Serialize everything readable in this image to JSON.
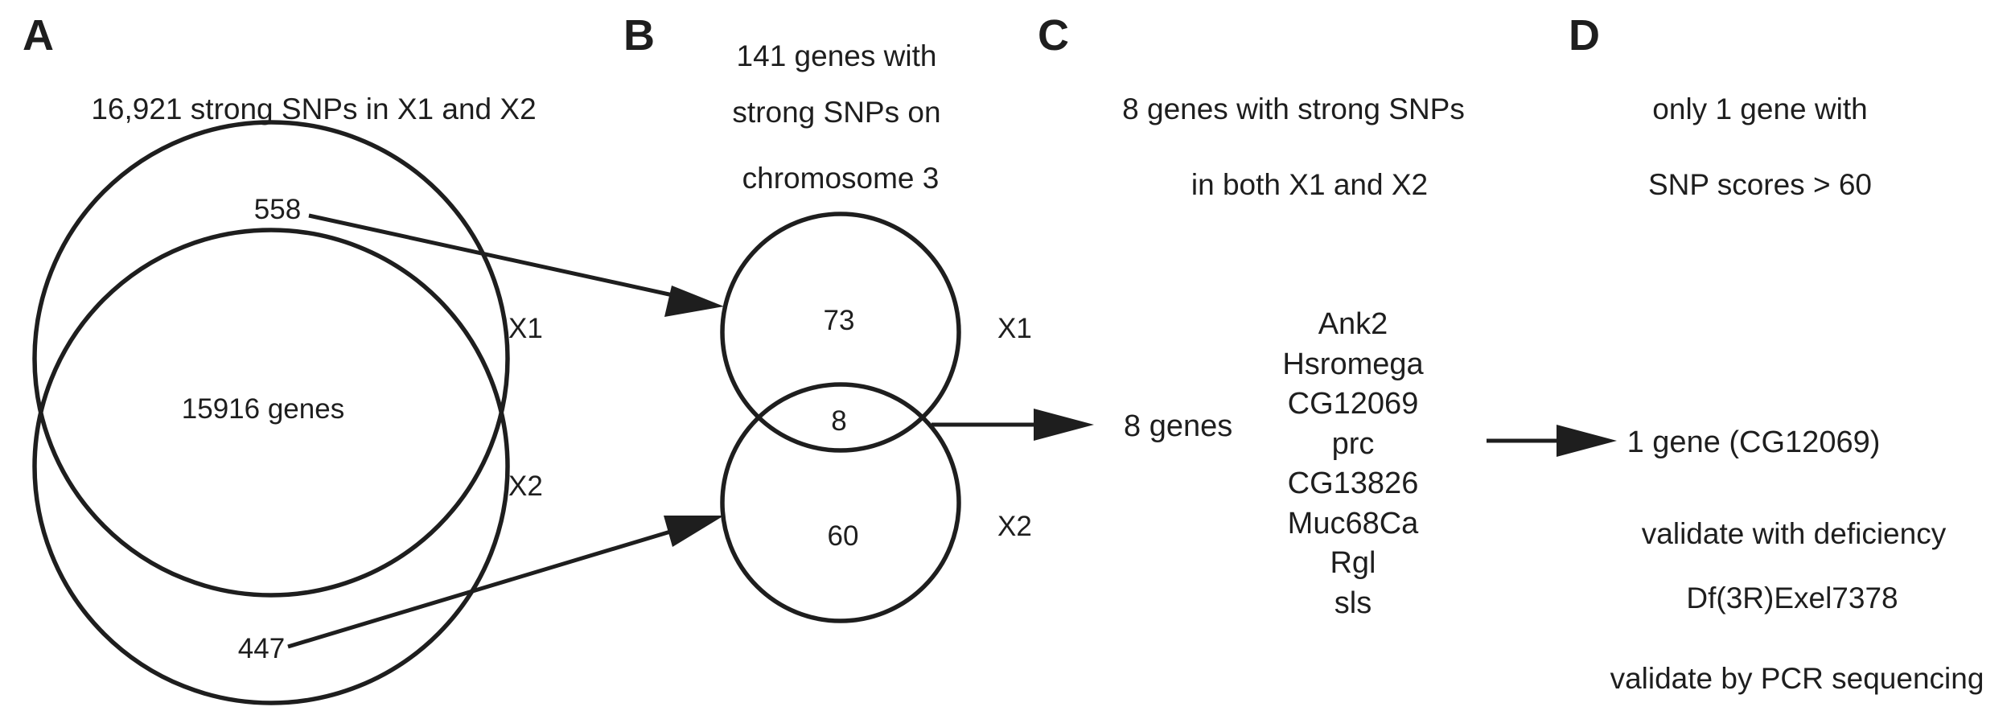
{
  "panels": {
    "a": {
      "letter": "A",
      "title": "16,921 strong SNPs in X1 and X2",
      "top_count": "558",
      "middle_count": "15916 genes",
      "bottom_count": "447",
      "label_x1": "X1",
      "label_x2": "X2"
    },
    "b": {
      "letter": "B",
      "title_lines": [
        "141 genes with",
        "strong SNPs on",
        "chromosome 3"
      ],
      "x1_only": "73",
      "overlap": "8",
      "x2_only": "60",
      "label_x1": "X1",
      "label_x2": "X2"
    },
    "c": {
      "letter": "C",
      "title_lines": [
        "8 genes with strong SNPs",
        "in both X1 and X2"
      ],
      "count_label": "8 genes",
      "genes": [
        "Ank2",
        "Hsromega",
        "CG12069",
        "prc",
        "CG13826",
        "Muc68Ca",
        "Rgl",
        "sls"
      ]
    },
    "d": {
      "letter": "D",
      "title_lines": [
        "only 1 gene with",
        "SNP scores > 60"
      ],
      "result": "1 gene (CG12069)",
      "steps": [
        "validate with deficiency",
        "Df(3R)Exel7378",
        "validate by PCR sequencing"
      ]
    }
  },
  "colors": {
    "ink": "#1e1e1e",
    "background": "#ffffff"
  }
}
